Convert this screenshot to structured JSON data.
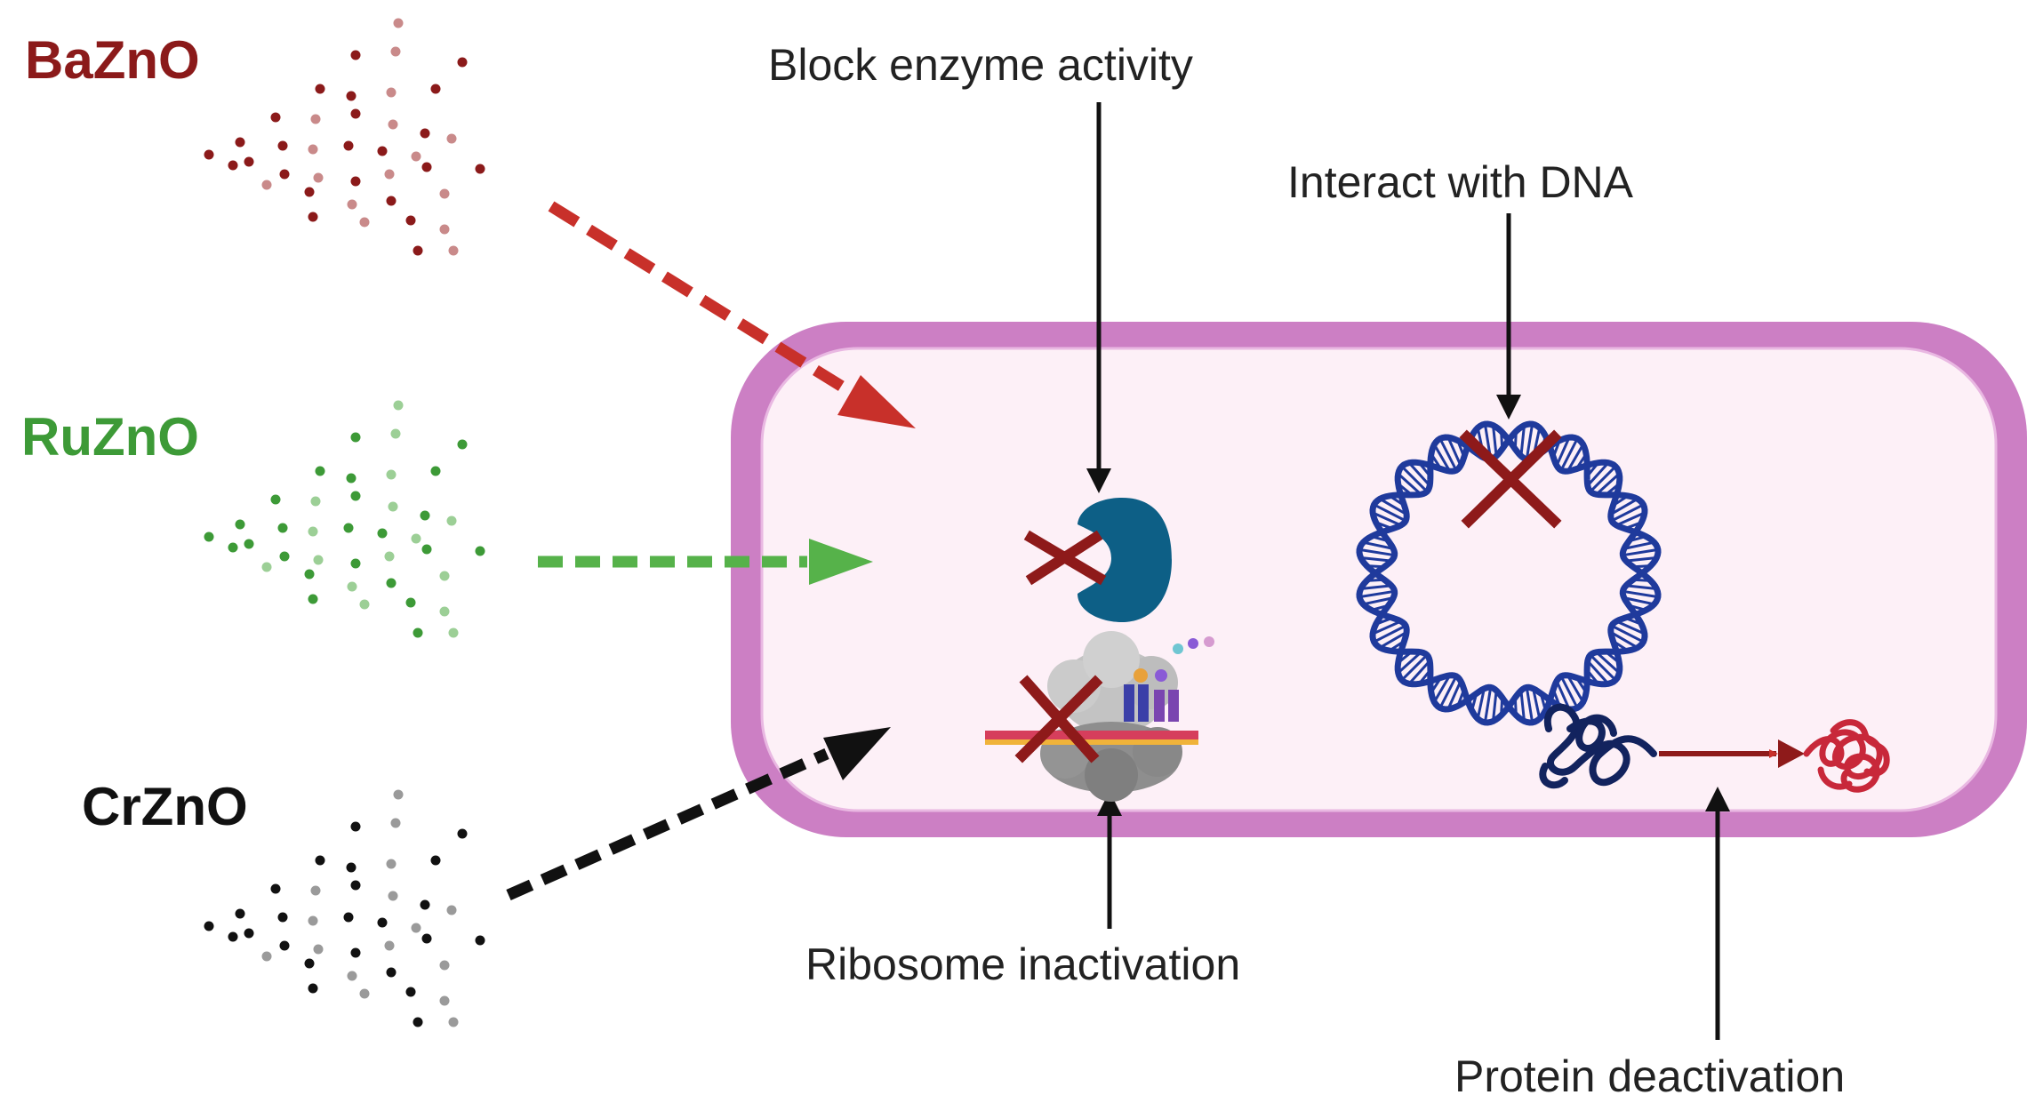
{
  "nanoparticles": [
    {
      "id": "bazno",
      "label": "BaZnO",
      "color": "#8b1a1a",
      "light": "#c98a8a",
      "arrow_color": "#c8302a"
    },
    {
      "id": "ruzno",
      "label": "RuZnO",
      "color": "#3d9a37",
      "light": "#9ccf96",
      "arrow_color": "#56b24a"
    },
    {
      "id": "crzno",
      "label": "CrZnO",
      "color": "#111111",
      "light": "#9a9a9a",
      "arrow_color": "#111111"
    }
  ],
  "annotations": {
    "enzyme": "Block enzyme activity",
    "dna": "Interact with DNA",
    "ribosome": "Ribosome inactivation",
    "protein": "Protein deactivation"
  },
  "cell": {
    "membrane_color": "#cc7fc4",
    "cytoplasm_color": "#fdf0f7"
  },
  "colors": {
    "enzyme": "#0d5f86",
    "dna": "#1f3a9c",
    "cross": "#8e1a1a",
    "folded_protein": "#12235e",
    "denatured_protein": "#c8283a",
    "ribosome": "#8c8c8c"
  }
}
